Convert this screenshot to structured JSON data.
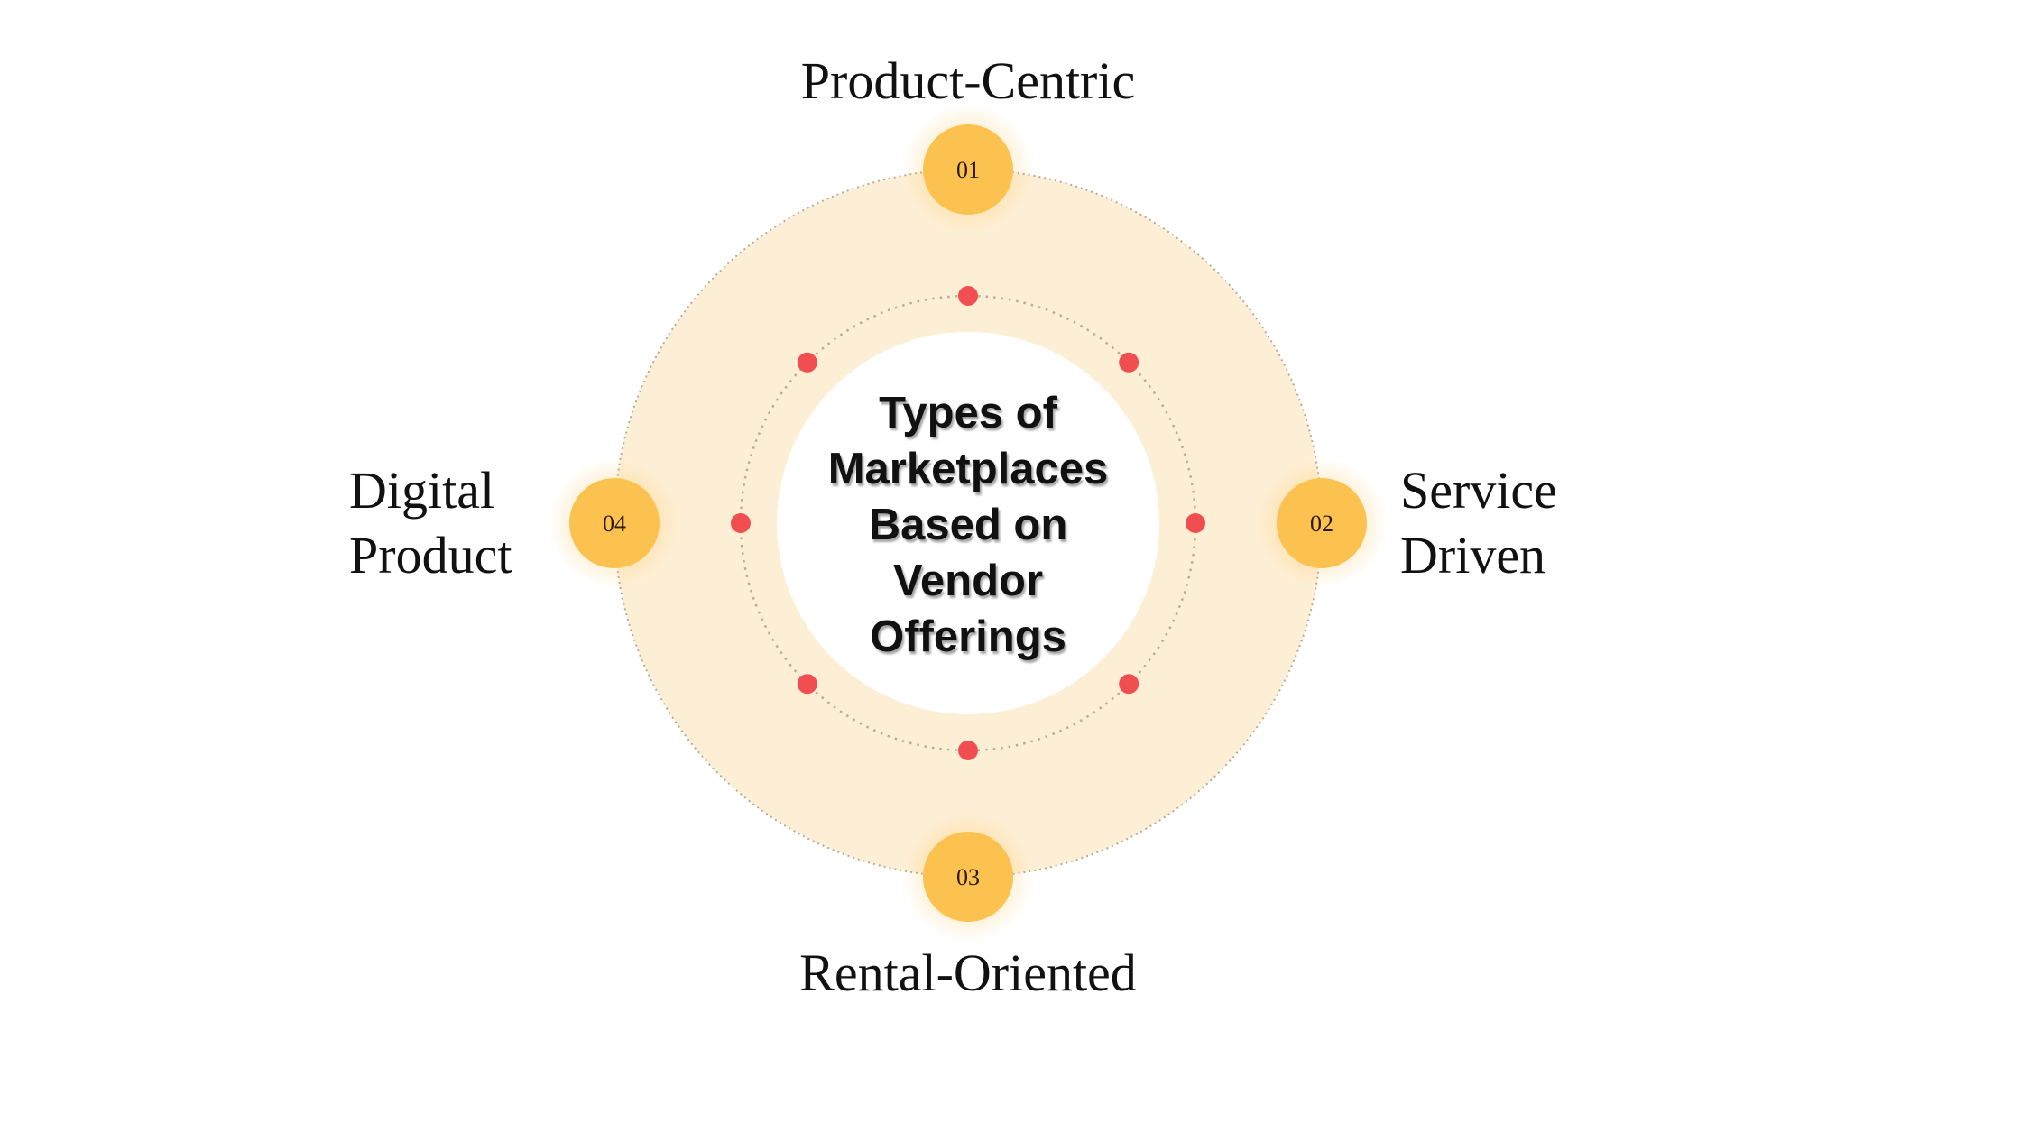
{
  "diagram": {
    "title_lines": [
      "Types of",
      "Marketplaces",
      "Based on",
      "Vendor",
      "Offerings"
    ],
    "items": [
      {
        "number": "01",
        "label_lines": [
          "Product-Centric"
        ],
        "position": "top"
      },
      {
        "number": "02",
        "label_lines": [
          "Service",
          "Driven"
        ],
        "position": "right"
      },
      {
        "number": "03",
        "label_lines": [
          "Rental-Oriented"
        ],
        "position": "bottom"
      },
      {
        "number": "04",
        "label_lines": [
          "Digital",
          "Product"
        ],
        "position": "left"
      }
    ],
    "colors": {
      "ring_fill": "#FDEFD6",
      "badge": "#FBC250",
      "dot": "#F04E50",
      "dotted_line": "#B8AC9A",
      "center_fill": "#FFFFFF",
      "text": "#111111"
    }
  }
}
